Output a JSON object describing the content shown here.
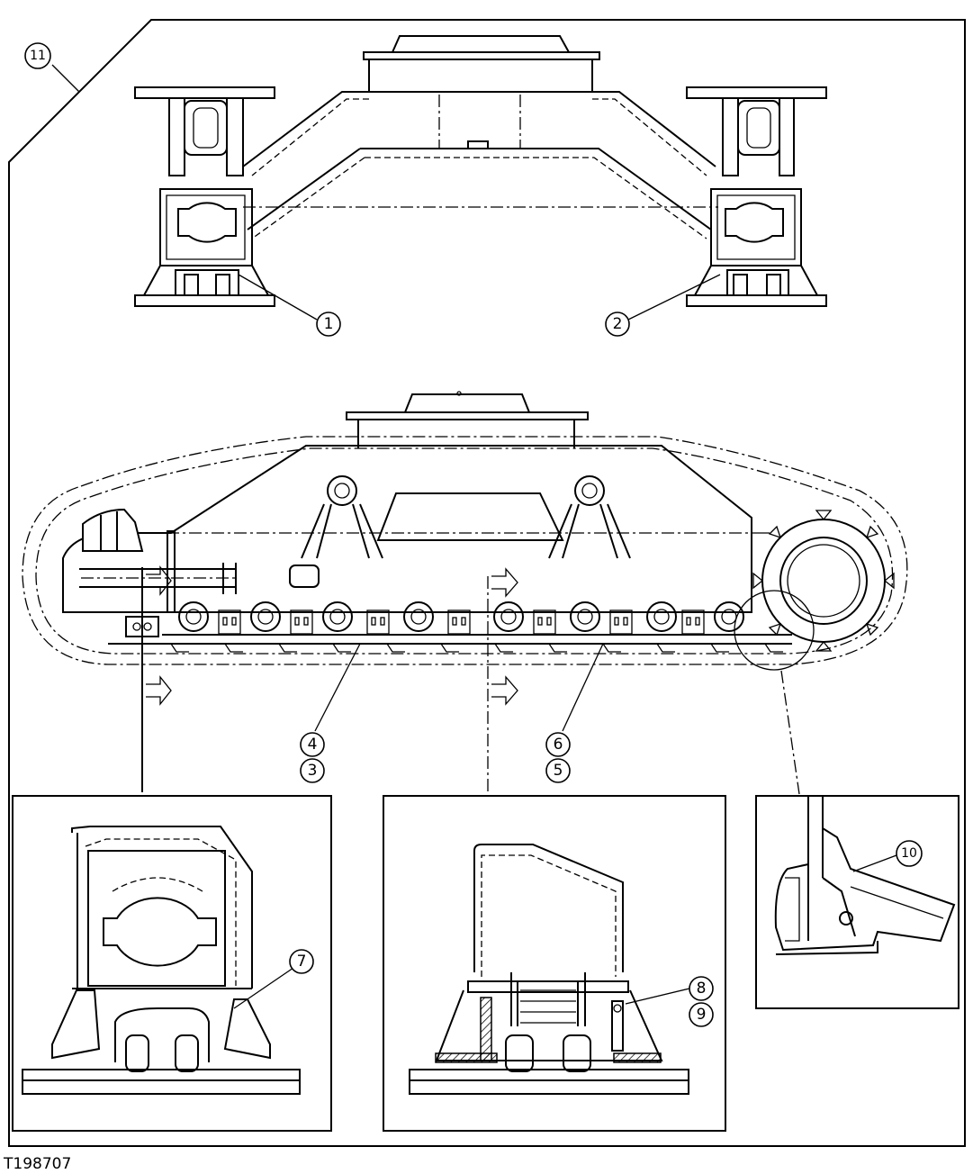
{
  "figure_id": "T198707",
  "callouts": {
    "c1": "1",
    "c2": "2",
    "c3": "3",
    "c4": "4",
    "c5": "5",
    "c6": "6",
    "c7": "7",
    "c8": "8",
    "c9": "9",
    "c10": "10",
    "c11": "11"
  },
  "colors": {
    "line": "#000000",
    "background": "#ffffff"
  }
}
